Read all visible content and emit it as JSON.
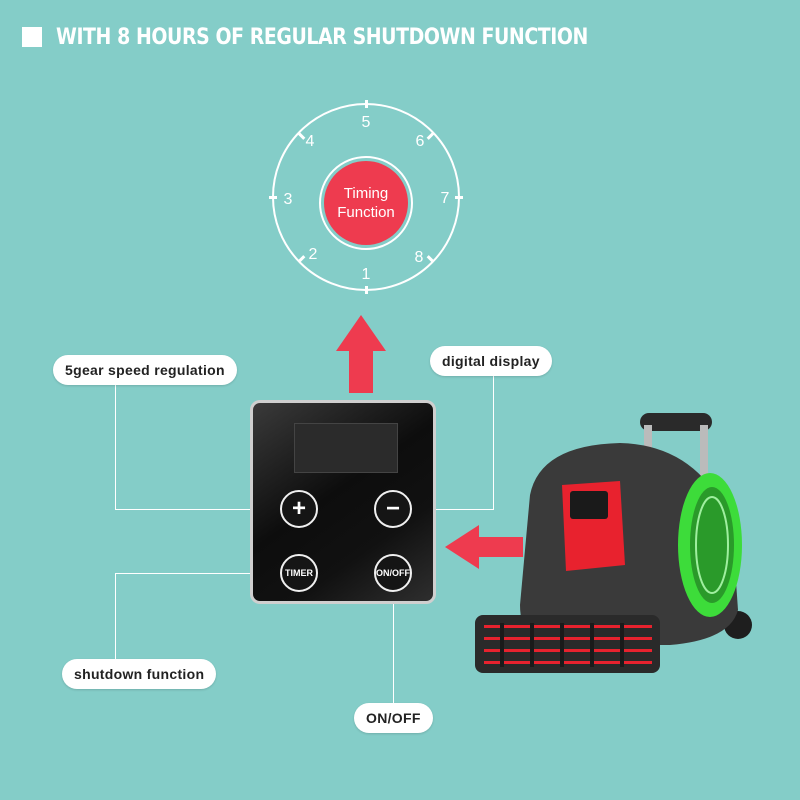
{
  "header": {
    "title": "WITH 8 HOURS OF REGULAR SHUTDOWN FUNCTION"
  },
  "dial": {
    "center_line1": "Timing",
    "center_line2": "Function",
    "numbers": [
      "1",
      "2",
      "3",
      "4",
      "5",
      "6",
      "7",
      "8"
    ]
  },
  "callouts": {
    "speed": "5gear speed regulation",
    "display": "digital display",
    "shutdown": "shutdown function",
    "onoff": "ON/OFF"
  },
  "panel": {
    "plus": "+",
    "minus": "−",
    "timer": "TIMER",
    "power": "ON/OFF"
  },
  "colors": {
    "background": "#84cdc8",
    "accent_red": "#ee3b4f",
    "fan_green": "#3ddc3a"
  }
}
